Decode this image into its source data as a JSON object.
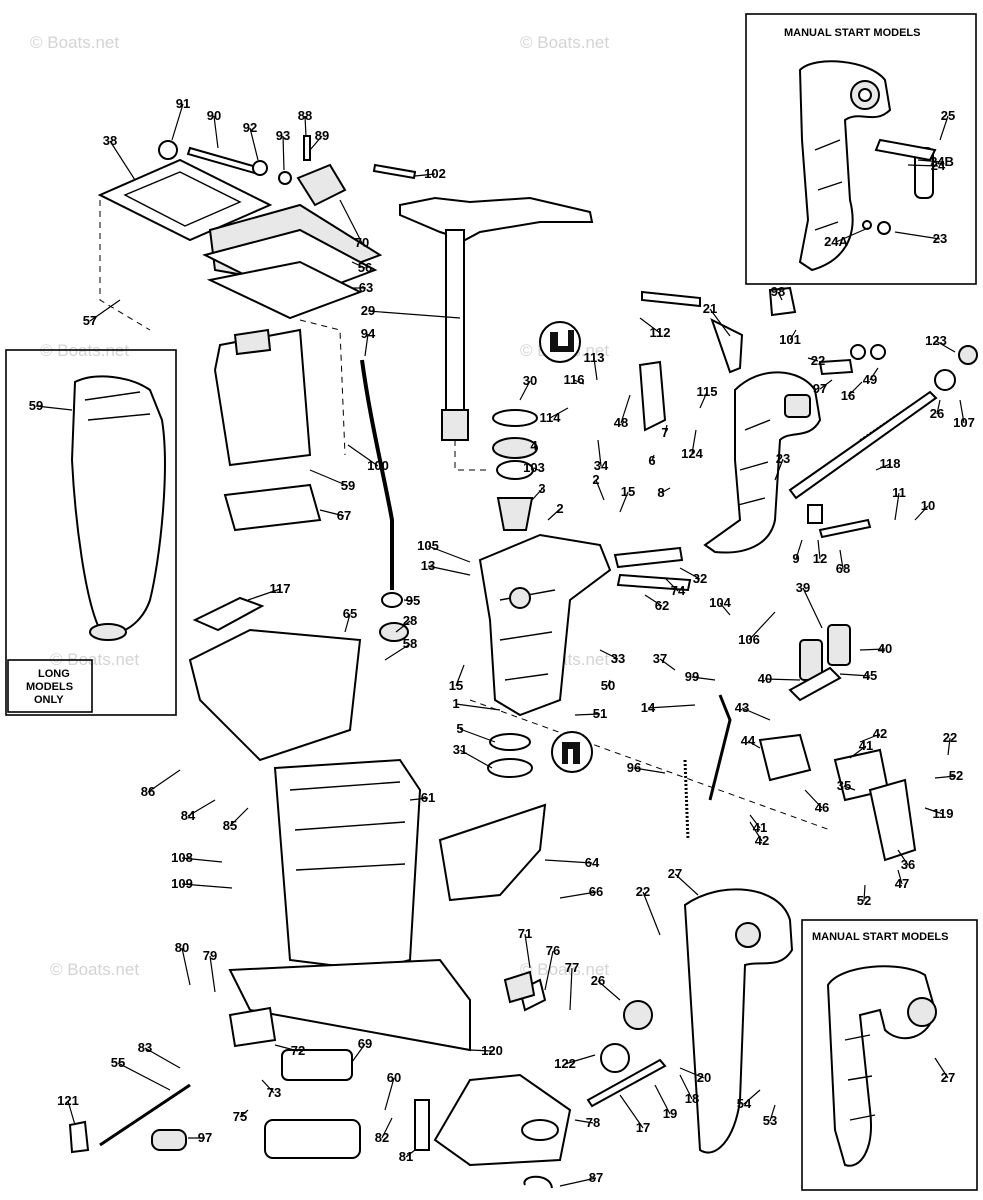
{
  "watermark": "© Boats.net",
  "boxes": {
    "manual_start_top": "MANUAL START MODELS",
    "manual_start_bottom": "MANUAL START MODELS",
    "long_models": [
      "LONG",
      "MODELS",
      "ONLY"
    ]
  },
  "part_labels": [
    "91",
    "90",
    "92",
    "93",
    "88",
    "89",
    "102",
    "38",
    "70",
    "56",
    "63",
    "57",
    "29",
    "94",
    "59",
    "100",
    "67",
    "59",
    "117",
    "65",
    "95",
    "28",
    "58",
    "105",
    "13",
    "1",
    "15",
    "5",
    "31",
    "112",
    "98",
    "21",
    "101",
    "22",
    "123",
    "113",
    "116",
    "30",
    "114",
    "4",
    "103",
    "3",
    "2",
    "2",
    "48",
    "34",
    "6",
    "7",
    "8",
    "15",
    "115",
    "124",
    "97",
    "16",
    "49",
    "107",
    "26",
    "23",
    "118",
    "11",
    "10",
    "9",
    "12",
    "68",
    "32",
    "74",
    "62",
    "104",
    "106",
    "39",
    "40",
    "40",
    "45",
    "33",
    "37",
    "99",
    "50",
    "51",
    "14",
    "43",
    "42",
    "44",
    "41",
    "22",
    "52",
    "96",
    "46",
    "35",
    "119",
    "36",
    "41",
    "42",
    "47",
    "52",
    "86",
    "84",
    "85",
    "61",
    "108",
    "109",
    "64",
    "66",
    "22",
    "27",
    "80",
    "79",
    "71",
    "76",
    "77",
    "26",
    "83",
    "55",
    "72",
    "120",
    "69",
    "60",
    "73",
    "75",
    "82",
    "81",
    "78",
    "87",
    "121",
    "97",
    "17",
    "19",
    "18",
    "20",
    "54",
    "53",
    "122",
    "27",
    "24",
    "25",
    "24B",
    "24A",
    "23"
  ]
}
